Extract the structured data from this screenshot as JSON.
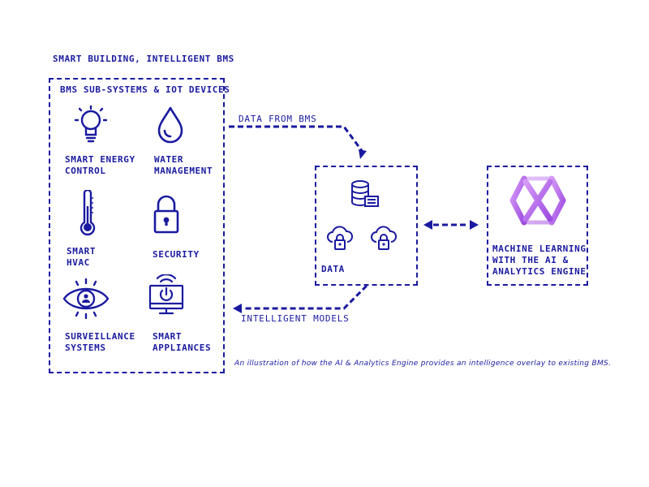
{
  "diagram": {
    "title": "SMART BUILDING, INTELLIGENT BMS",
    "bms_box": {
      "heading": "BMS SUB-SYSTEMS & IOT DEVICES",
      "items": [
        {
          "label": "SMART ENERGY\nCONTROL",
          "icon": "lightbulb-icon"
        },
        {
          "label": "WATER\nMANAGEMENT",
          "icon": "water-drop-icon"
        },
        {
          "label": "SMART\nHVAC",
          "icon": "thermometer-icon"
        },
        {
          "label": "SECURITY",
          "icon": "padlock-icon"
        },
        {
          "label": "SURVEILLANCE\nSYSTEMS",
          "icon": "eye-icon"
        },
        {
          "label": "SMART\nAPPLIANCES",
          "icon": "smart-monitor-icon"
        }
      ]
    },
    "arrows": {
      "data_from_bms": "DATA FROM BMS",
      "intelligent_models": "INTELLIGENT MODELS"
    },
    "data_box": {
      "label": "DATA",
      "icons": [
        "database-icon",
        "cloud-lock-icon",
        "cloud-lock-icon"
      ]
    },
    "engine_box": {
      "label": "MACHINE LEARNING\nWITH THE AI &\nANALYTICS ENGINE",
      "icon": "hexagon-x-logo-icon"
    },
    "caption": "An illustration of how the AI & Analytics Engine provides an intelligence overlay to existing BMS.",
    "colors": {
      "primary": "#1a1aa0",
      "logo_gradient_start": "#c77df5",
      "logo_gradient_end": "#9d4be0"
    }
  }
}
